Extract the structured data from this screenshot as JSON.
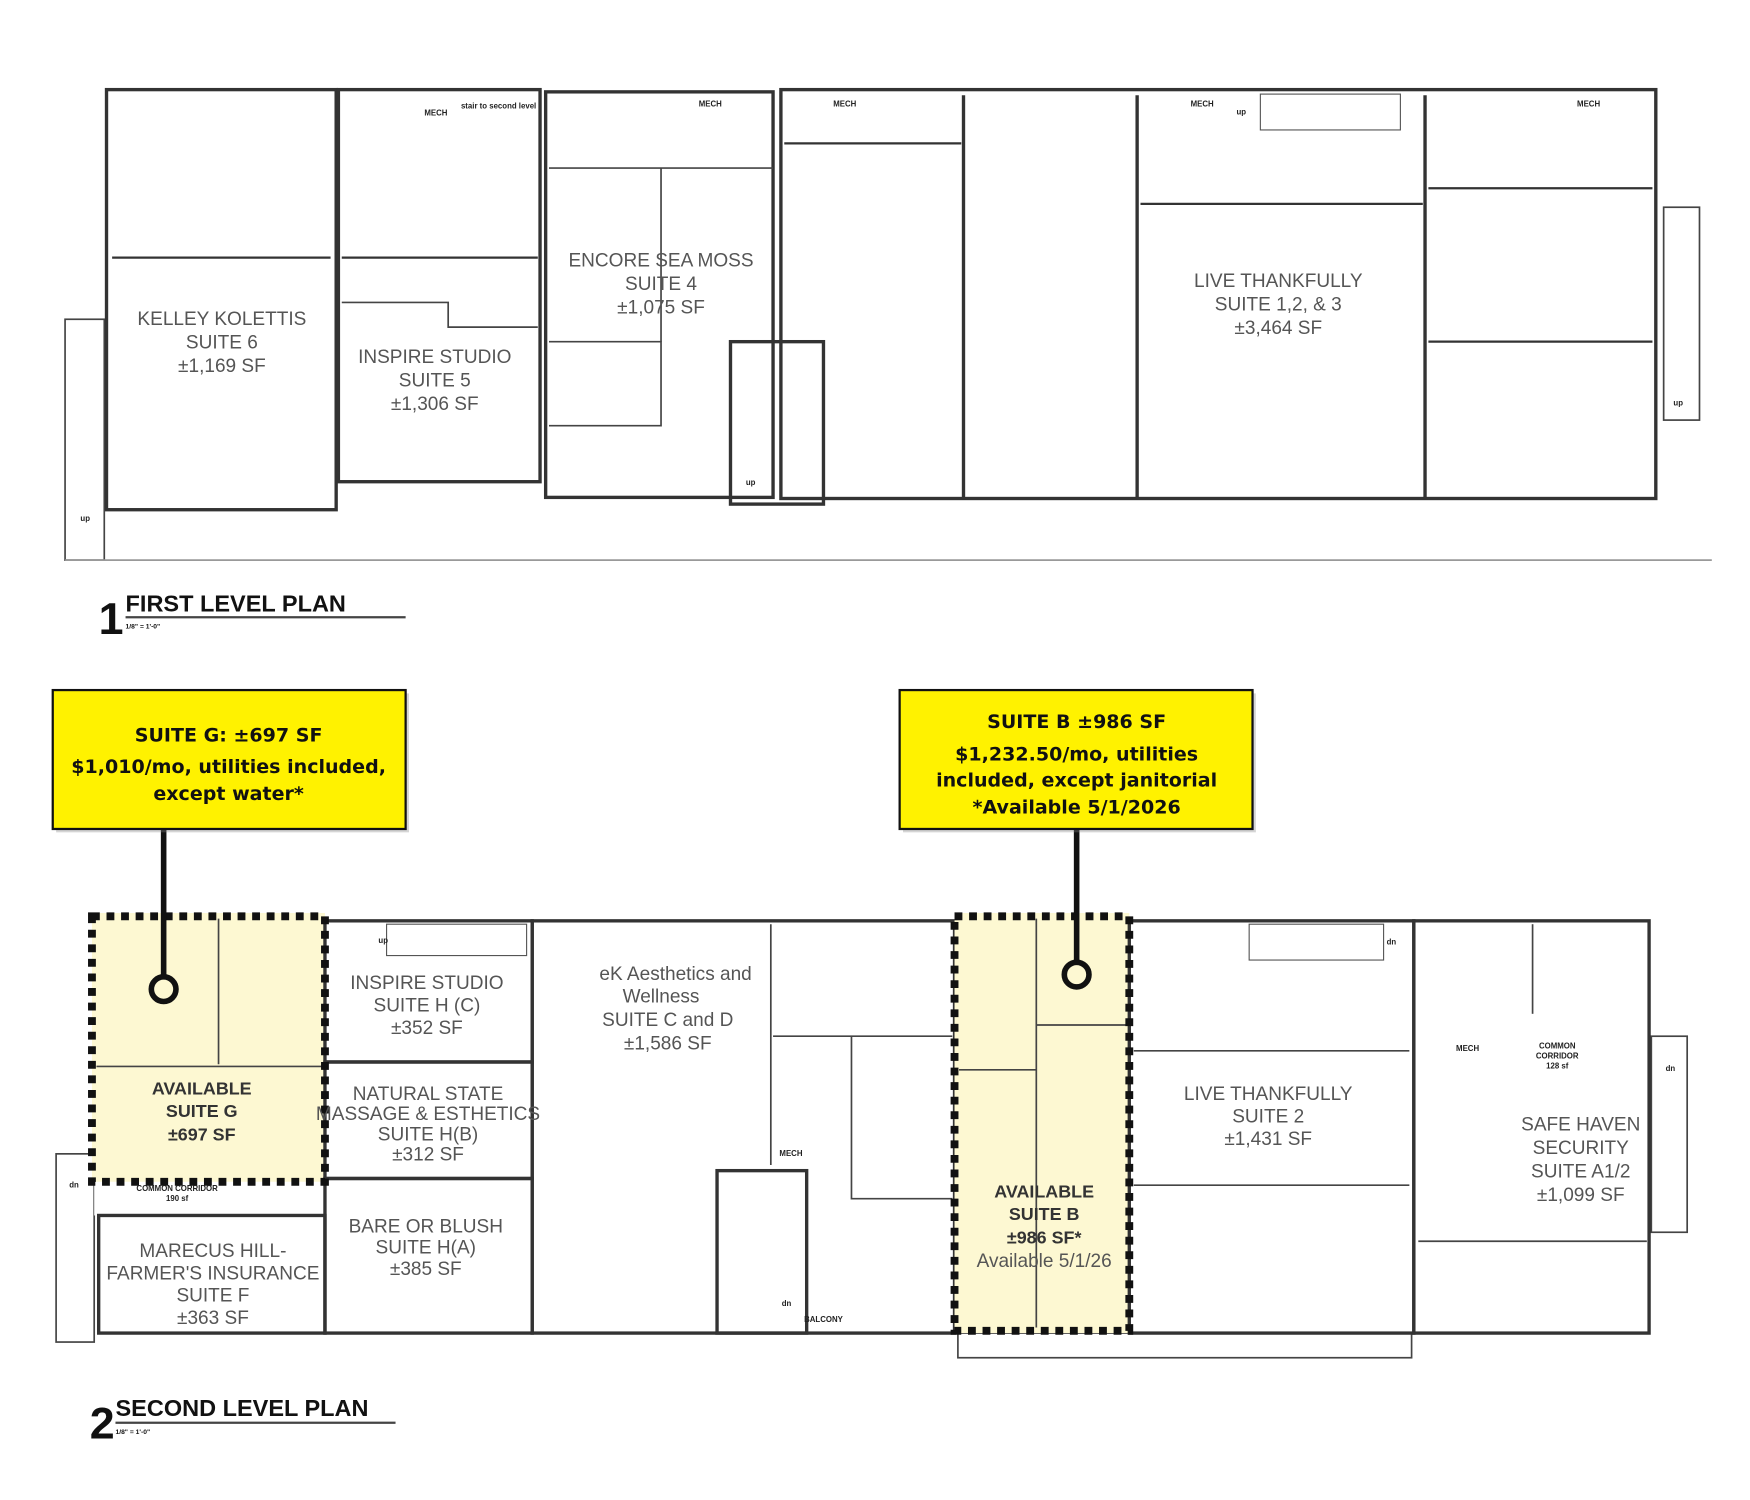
{
  "colors": {
    "light_blue": "#c6e6f7",
    "pink": "#f4abd0",
    "green": "#cde7cd",
    "slate": "#b1c5d6",
    "slate2": "#b6c4de",
    "yellow_room": "#fdf8d2",
    "callout": "#fff200"
  },
  "first_level": {
    "number": "1",
    "title": "FIRST LEVEL PLAN",
    "scale": "1/8\" = 1'-0\"",
    "rooms": [
      {
        "lines": [
          "KELLEY KOLETTIS",
          "SUITE 6",
          "±1,169 SF"
        ]
      },
      {
        "lines": [
          "INSPIRE STUDIO",
          "SUITE 5",
          "±1,306 SF"
        ]
      },
      {
        "lines": [
          "ENCORE SEA MOSS",
          "SUITE 4",
          "±1,075 SF"
        ]
      },
      {
        "lines": [
          "LIVE THANKFULLY",
          "SUITE 1,2, & 3",
          "±3,464 SF"
        ]
      }
    ],
    "small": {
      "mech": "MECH",
      "stair": "stair to second level",
      "up": "up"
    }
  },
  "second_level": {
    "number": "2",
    "title": "SECOND LEVEL PLAN",
    "scale": "1/8\" = 1'-0\"",
    "rooms": [
      {
        "lines": [
          "AVAILABLE",
          "SUITE G",
          "±697 SF"
        ]
      },
      {
        "lines": [
          "INSPIRE STUDIO",
          "SUITE H (C)",
          "±352 SF"
        ]
      },
      {
        "lines": [
          "NATURAL STATE",
          "MASSAGE & ESTHETICS",
          "SUITE H(B)",
          "±312 SF"
        ]
      },
      {
        "lines": [
          "BARE OR BLUSH",
          "SUITE H(A)",
          "±385 SF"
        ]
      },
      {
        "lines": [
          "MARECUS HILL-",
          "FARMER'S INSURANCE",
          "SUITE F",
          "±363 SF"
        ]
      },
      {
        "lines": [
          "eK Aesthetics and",
          "Wellness",
          "SUITE C and D",
          "±1,586 SF"
        ]
      },
      {
        "lines": [
          "AVAILABLE",
          "SUITE B",
          "±986 SF*",
          "Available 5/1/26"
        ]
      },
      {
        "lines": [
          "LIVE THANKFULLY",
          "SUITE 2",
          "±1,431 SF"
        ]
      },
      {
        "lines": [
          "SAFE HAVEN",
          "SECURITY",
          "SUITE A1/2",
          "±1,099 SF"
        ]
      }
    ],
    "small": {
      "mech": "MECH",
      "dn": "dn",
      "up": "up",
      "corridor": "COMMON CORRIDOR",
      "corridor_sf": "190 sf",
      "common": "COMMON",
      "corridor2": "CORRIDOR",
      "corridor2_sf": "128 sf",
      "balcony": "BALCONY"
    }
  },
  "callouts": [
    {
      "lines": [
        "SUITE G: ±697 SF",
        "$1,010/mo, utilities included,",
        "except water*"
      ]
    },
    {
      "lines": [
        "SUITE B ±986 SF",
        "$1,232.50/mo, utilities",
        "included, except janitorial",
        "*Available 5/1/2026"
      ]
    }
  ]
}
